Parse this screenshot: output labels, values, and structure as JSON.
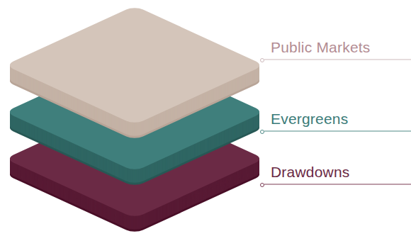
{
  "diagram": {
    "nodes": [
      {
        "text": [
          "Public Markets"
        ]
      },
      {
        "text": [
          "Evergreens"
        ]
      },
      {
        "text": [
          "Drawdowns"
        ]
      }
    ]
  }
}
